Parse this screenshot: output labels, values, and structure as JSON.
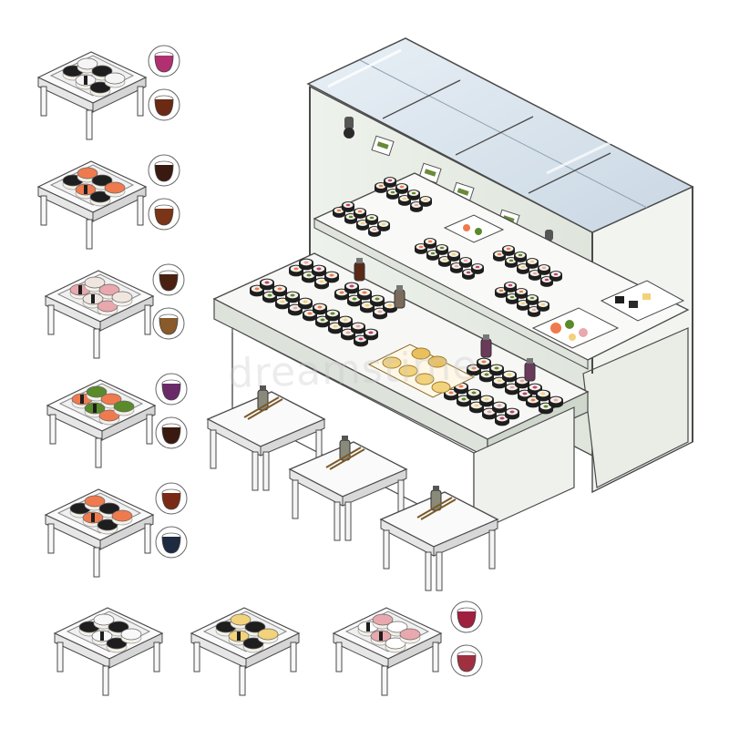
{
  "watermark": "dreamstime",
  "colors": {
    "outline": "#4a4a4a",
    "counter_top": "#f7f8f6",
    "counter_side": "#e1e6de",
    "counter_front": "#d5dbd1",
    "glass": "#dbe6ef",
    "glass_edge": "#8fa3b2",
    "table_top": "#fafafa",
    "table_side": "#e6e6e6",
    "nori": "#1e1e1e",
    "rice": "#f4f1e8",
    "salmon": "#ef7a4e",
    "tuna_pink": "#e8a8ae",
    "tamago": "#f2d27a",
    "cucumber": "#5a8a2a",
    "soy": "#5a2a18",
    "ginger_pink": "#c0407a"
  },
  "platters": [
    {
      "item": "nigiri-mixed",
      "topping": "#f5f5f5",
      "accent": "#1e1e1e",
      "sauces": [
        "#b03070",
        "#6a2a14"
      ]
    },
    {
      "item": "salmon-rolls",
      "topping": "#ef7a4e",
      "accent": "#1e1e1e",
      "sauces": [
        "#3a1a10",
        "#7a3418"
      ]
    },
    {
      "item": "sashimi-white",
      "topping": "#f0e6e0",
      "accent": "#e8a8ae",
      "sauces": [
        "#4a2010",
        "#8a5a2a"
      ]
    },
    {
      "item": "cucumber-salmon",
      "topping": "#5a8a2a",
      "accent": "#ef7a4e",
      "sauces": [
        "#6a2a6a",
        "#3a1a10"
      ]
    },
    {
      "item": "salmon-nigiri",
      "topping": "#ef7a4e",
      "accent": "#1e1e1e",
      "sauces": [
        "#7a2a14",
        "#1e2a40"
      ]
    },
    {
      "item": "white-nigiri",
      "topping": "#f8f8f8",
      "accent": "#1e1e1e",
      "sauces": []
    },
    {
      "item": "tamago-nigiri",
      "topping": "#f2d27a",
      "accent": "#1e1e1e",
      "sauces": []
    },
    {
      "item": "tuna-nigiri",
      "topping": "#e8a8ae",
      "accent": "#ffffff",
      "sauces": [
        "#a02040",
        "#a03040"
      ]
    }
  ],
  "dining_tables": [
    {
      "item": "soy-and-chopsticks"
    },
    {
      "item": "soy-and-chopsticks"
    },
    {
      "item": "soy-and-chopsticks"
    }
  ]
}
